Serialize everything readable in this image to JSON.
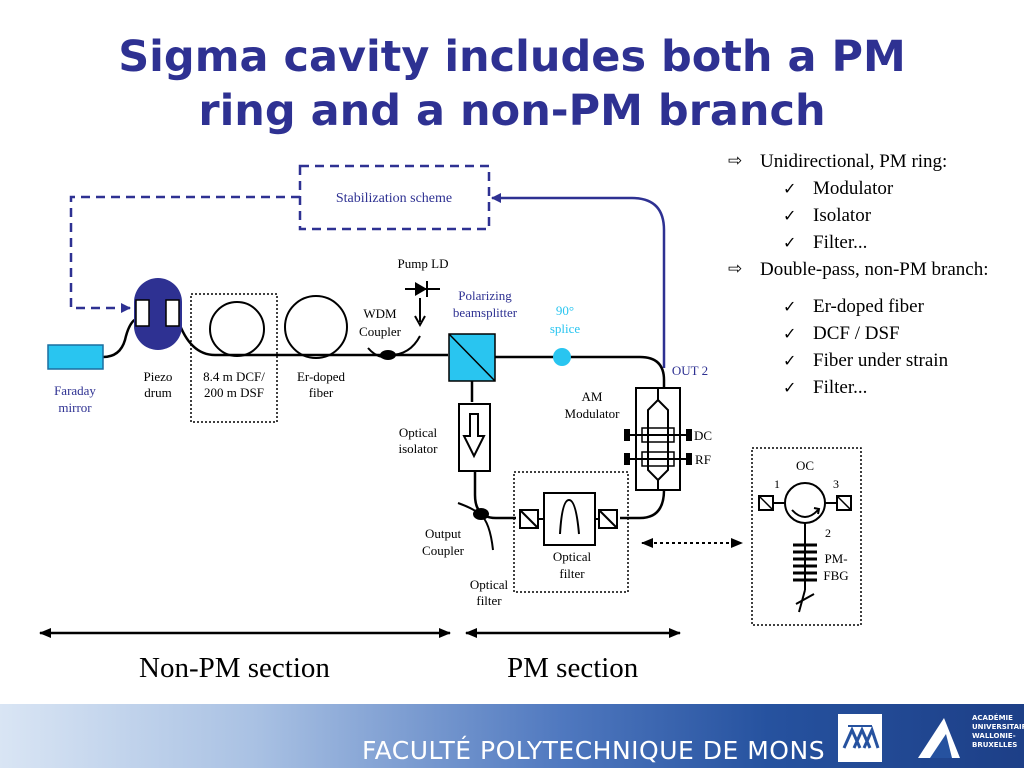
{
  "title": {
    "line1": "Sigma cavity includes both a PM",
    "line2": "ring and a non-PM branch"
  },
  "bullets": {
    "item1": "Unidirectional, PM ring:",
    "item1_subs": [
      "Modulator",
      "Isolator",
      "Filter..."
    ],
    "item2": "Double-pass, non-PM branch:",
    "item2_subs": [
      "Er-doped fiber",
      "DCF / DSF",
      "Fiber under strain",
      "Filter..."
    ],
    "arrow_icon": "outlined-right-arrow",
    "check_icon": "checkmark"
  },
  "diagram": {
    "stabilization": "Stabilization scheme",
    "faraday_1": "Faraday",
    "faraday_2": "mirror",
    "piezo_1": "Piezo",
    "piezo_2": "drum",
    "dcf_1": "8.4 m DCF/",
    "dcf_2": "200 m DSF",
    "erfiber_1": "Er-doped",
    "erfiber_2": "fiber",
    "pump": "Pump LD",
    "wdm_1": "WDM",
    "wdm_2": "Coupler",
    "pbs_1": "Polarizing",
    "pbs_2": "beamsplitter",
    "splice_1": "90°",
    "splice_2": "splice",
    "out2": "OUT 2",
    "am_1": "AM",
    "am_2": "Modulator",
    "dc": "DC",
    "rf": "RF",
    "isolator_1": "Optical",
    "isolator_2": "isolator",
    "output_1": "Output",
    "output_2": "Coupler",
    "filter_in_1": "Optical",
    "filter_in_2": "filter",
    "filter_out_1": "Optical",
    "filter_out_2": "filter",
    "oc": "OC",
    "port1": "1",
    "port2": "2",
    "port3": "3",
    "pmfbg_1": "PM-",
    "pmfbg_2": "FBG"
  },
  "sections": {
    "nonpm": "Non-PM section",
    "pm": "PM section"
  },
  "footer": {
    "faculty": "FACULTÉ POLYTECHNIQUE DE MONS",
    "academy": [
      "ACADÉMIE",
      "UNIVERSITAIRE",
      "WALLONIE-",
      "BRUXELLES"
    ]
  },
  "colors": {
    "title": "#2e3192",
    "dashed_line": "#2e3192",
    "cyan_component": "#29c5f0",
    "blue_label": "#2e3192",
    "splice_label": "#29c5f0"
  }
}
